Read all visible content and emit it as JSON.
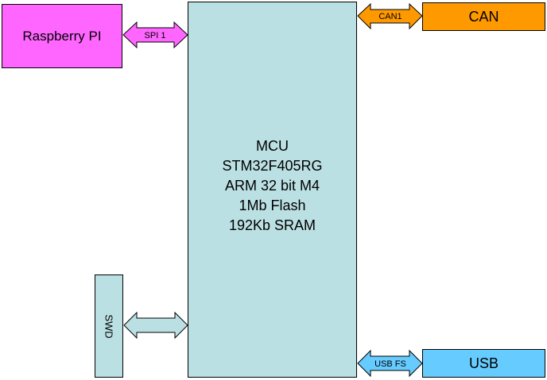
{
  "blocks": {
    "raspberry_pi": "Raspberry PI",
    "mcu": [
      "MCU",
      "STM32F405RG",
      "ARM 32 bit M4",
      "1Mb Flash",
      "192Kb SRAM"
    ],
    "can": "CAN",
    "usb": "USB",
    "swd": "SWD"
  },
  "links": {
    "spi": "SPI 1",
    "can": "CAN1",
    "usb": "USB FS"
  },
  "colors": {
    "raspberry_pi": "#ff66ff",
    "mcu": "#bbe0e3",
    "can": "#ff9900",
    "usb": "#66ccff",
    "swd": "#bbe0e3"
  }
}
